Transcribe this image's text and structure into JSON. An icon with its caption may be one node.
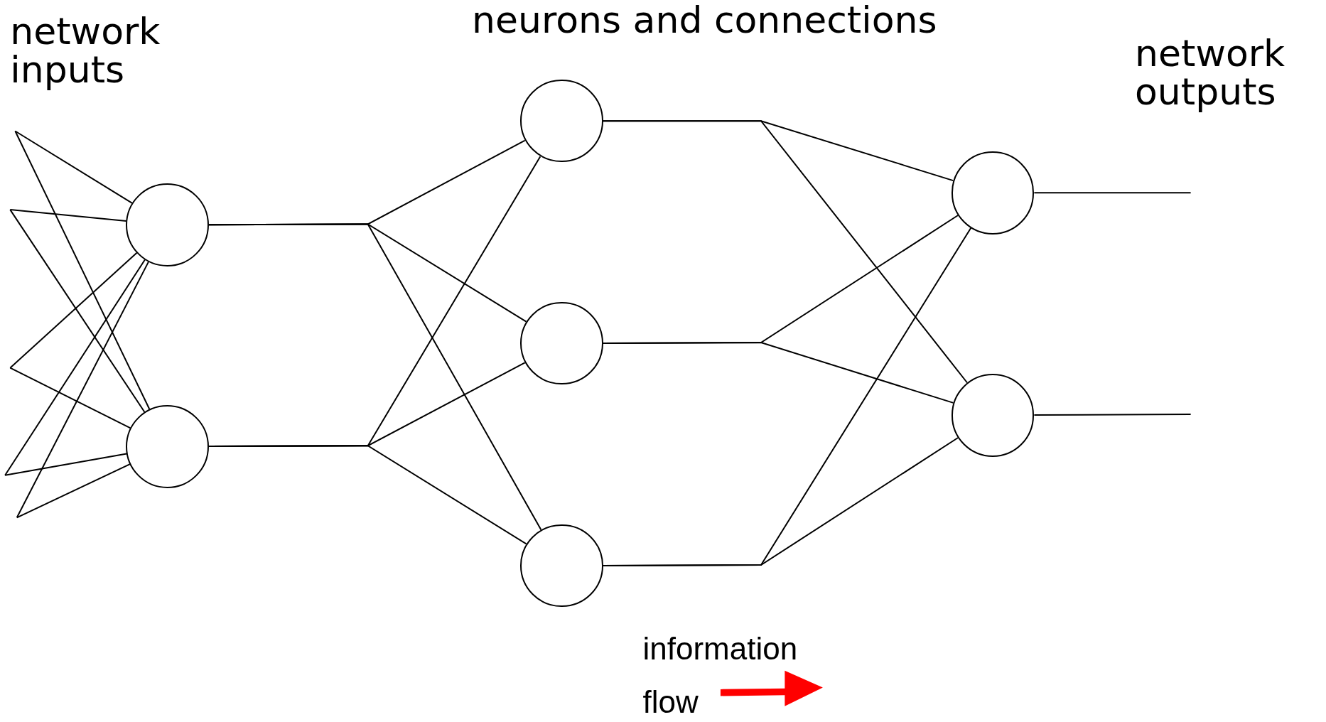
{
  "diagram": {
    "nodes": [
      {
        "text": [],
        "shape": "circle"
      },
      {
        "text": [],
        "shape": "circle"
      },
      {
        "text": [],
        "shape": "circle"
      },
      {
        "text": [],
        "shape": "circle"
      },
      {
        "text": [],
        "shape": "circle"
      },
      {
        "text": [],
        "shape": "circle"
      },
      {
        "text": [],
        "shape": "circle"
      }
    ],
    "edges": [
      {
        "from": null,
        "to": 0,
        "arrow": "none"
      },
      {
        "from": null,
        "to": 1,
        "arrow": "none"
      },
      {
        "from": null,
        "to": 0,
        "arrow": "none"
      },
      {
        "from": null,
        "to": 1,
        "arrow": "none"
      },
      {
        "from": null,
        "to": 0,
        "arrow": "none"
      },
      {
        "from": null,
        "to": 1,
        "arrow": "none"
      },
      {
        "from": null,
        "to": 0,
        "arrow": "none"
      },
      {
        "from": null,
        "to": 1,
        "arrow": "none"
      },
      {
        "from": null,
        "to": 0,
        "arrow": "none"
      },
      {
        "from": null,
        "to": 1,
        "arrow": "none"
      },
      {
        "from": 0,
        "to": 2,
        "arrow": "none"
      },
      {
        "from": 0,
        "to": 3,
        "arrow": "none"
      },
      {
        "from": 0,
        "to": 4,
        "arrow": "none"
      },
      {
        "from": 1,
        "to": 2,
        "arrow": "none"
      },
      {
        "from": 1,
        "to": 3,
        "arrow": "none"
      },
      {
        "from": 1,
        "to": 4,
        "arrow": "none"
      },
      {
        "from": 2,
        "to": 5,
        "arrow": "none"
      },
      {
        "from": 2,
        "to": 6,
        "arrow": "none"
      },
      {
        "from": 3,
        "to": 5,
        "arrow": "none"
      },
      {
        "from": 3,
        "to": 6,
        "arrow": "none"
      },
      {
        "from": 4,
        "to": 5,
        "arrow": "none"
      },
      {
        "from": 4,
        "to": 6,
        "arrow": "none"
      },
      {
        "from": 5,
        "to": null,
        "arrow": "none"
      },
      {
        "from": 6,
        "to": null,
        "arrow": "none"
      }
    ],
    "labels": [
      "network inputs",
      "neurons and connections",
      "network outputs",
      "information flow"
    ]
  }
}
